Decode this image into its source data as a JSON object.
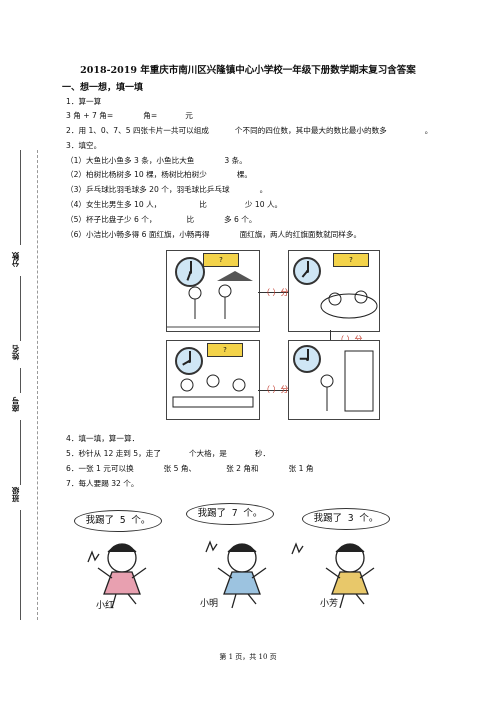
{
  "title": "2018-2019 年重庆市南川区兴隆镇中心小学校一年级下册数学期末复习含答案",
  "section1": "一、想一想，填一填",
  "q1": {
    "num": "1．",
    "text": "算一算",
    "line": "3 角 + 7 角=",
    "u1": "角=",
    "u2": "元"
  },
  "q2": {
    "num": "2．",
    "text": "用 1、0、7、5 四张卡片一共可以组成",
    "mid": "个不同的四位数，其中最大的数比最小的数多",
    "end": "。"
  },
  "q3": {
    "num": "3．",
    "text": "填空。"
  },
  "q3_items": [
    {
      "a": "（1）大鱼比小鱼多 3 条，小鱼比大鱼",
      "b": "3 条。"
    },
    {
      "a": "（2）柏树比杨树多 10 棵，杨树比柏树少",
      "b": "棵。"
    },
    {
      "a": "（3）乒乓球比羽毛球多 20 个，羽毛球比乒乓球",
      "b": "。"
    },
    {
      "a": "（4）女生比男生多 10 人，",
      "m": "比",
      "b": "少 10 人。"
    },
    {
      "a": "（5）杯子比盘子少 6 个，",
      "m": "比",
      "b": "多 6 个。"
    },
    {
      "a": "（6）小洁比小畅多得 6 面红旗，小畅再得",
      "b": "面红旗，两人的红旗面数就同样多。"
    }
  ],
  "clock_answers": [
    "（      ）分",
    "（      ）分",
    "（      ）分"
  ],
  "q4": {
    "num": "4．",
    "text": "填一填，算一算．"
  },
  "q5": {
    "num": "5．",
    "text": "秒针从 12 走到 5，走了",
    "mid": "个大格，是",
    "end": "秒．"
  },
  "q6": {
    "num": "6．",
    "text": "一张 1 元可以换",
    "a": "张 5 角、",
    "b": "张 2 角和",
    "c": "张 1 角"
  },
  "q7": {
    "num": "7．",
    "text": "每人要踢 32 个。"
  },
  "bubbles": [
    "我踢了 5 个。",
    "我踢了 7 个。",
    "我踢了 3 个。"
  ],
  "kids": [
    "小红",
    "小明",
    "小芳"
  ],
  "margin_labels": {
    "score": "分数",
    "name": "姓名",
    "seat": "座号",
    "class": "班级"
  },
  "footer": "第 1 页，共 10 页",
  "colors": {
    "clock_face": "#cfe6f5",
    "sign": "#f3d34a",
    "answer_red": "#c0392b"
  }
}
